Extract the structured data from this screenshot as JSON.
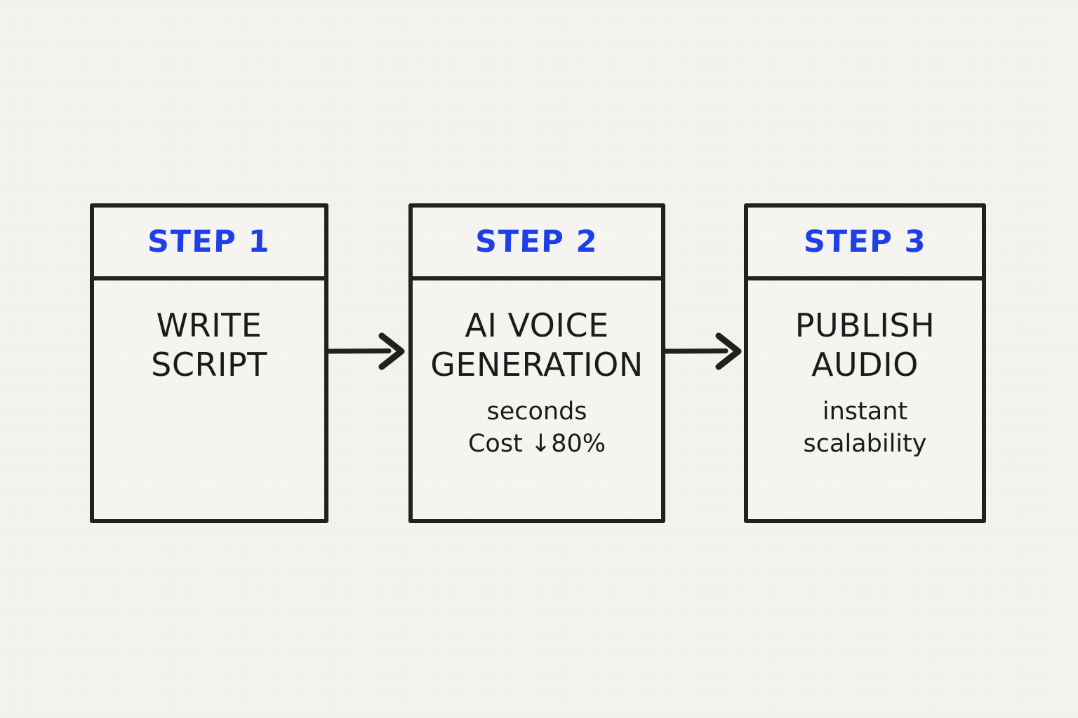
{
  "diagram": {
    "type": "process-flow",
    "orientation": "horizontal",
    "background_color": "#f4f3ee",
    "ink_color": "#22211f",
    "accent_color": "#1f3fe8",
    "steps": [
      {
        "label": "STEP 1",
        "title": "WRITE\nSCRIPT",
        "subtext": ""
      },
      {
        "label": "STEP 2",
        "title": "AI VOICE\nGENERATION",
        "subtext": "seconds\nCost ↓80%"
      },
      {
        "label": "STEP 3",
        "title": "PUBLISH\nAUDIO",
        "subtext": "instant\nscalability"
      }
    ],
    "connectors": [
      {
        "name": "arrow-step1-to-step2",
        "from": "STEP 1",
        "to": "STEP 2",
        "glyph": "right-arrow"
      },
      {
        "name": "arrow-step2-to-step3",
        "from": "STEP 2",
        "to": "STEP 3",
        "glyph": "right-arrow"
      }
    ]
  }
}
